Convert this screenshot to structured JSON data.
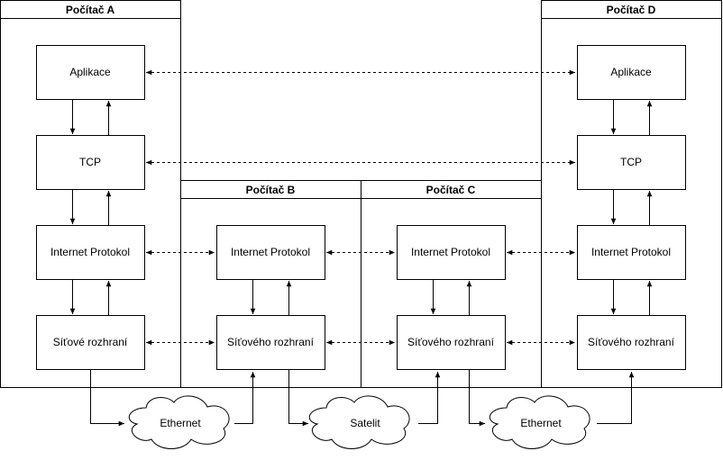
{
  "computers": {
    "a": {
      "title": "Počítač A"
    },
    "b": {
      "title": "Počítač B"
    },
    "c": {
      "title": "Počítač C"
    },
    "d": {
      "title": "Počítač D"
    }
  },
  "nodes": {
    "a_app": "Aplikace",
    "a_tcp": "TCP",
    "a_ip": "Internet Protokol",
    "a_net": "Síťové rozhraní",
    "b_ip": "Internet Protokol",
    "b_net": "Síťového rozhraní",
    "c_ip": "Internet Protokol",
    "c_net": "Síťového rozhraní",
    "d_app": "Aplikace",
    "d_tcp": "TCP",
    "d_ip": "Internet Protokol",
    "d_net": "Síťového rozhraní"
  },
  "networks": {
    "left": "Ethernet",
    "middle": "Satelit",
    "right": "Ethernet"
  },
  "colors": {
    "stroke": "#000000",
    "fill": "#ffffff"
  }
}
